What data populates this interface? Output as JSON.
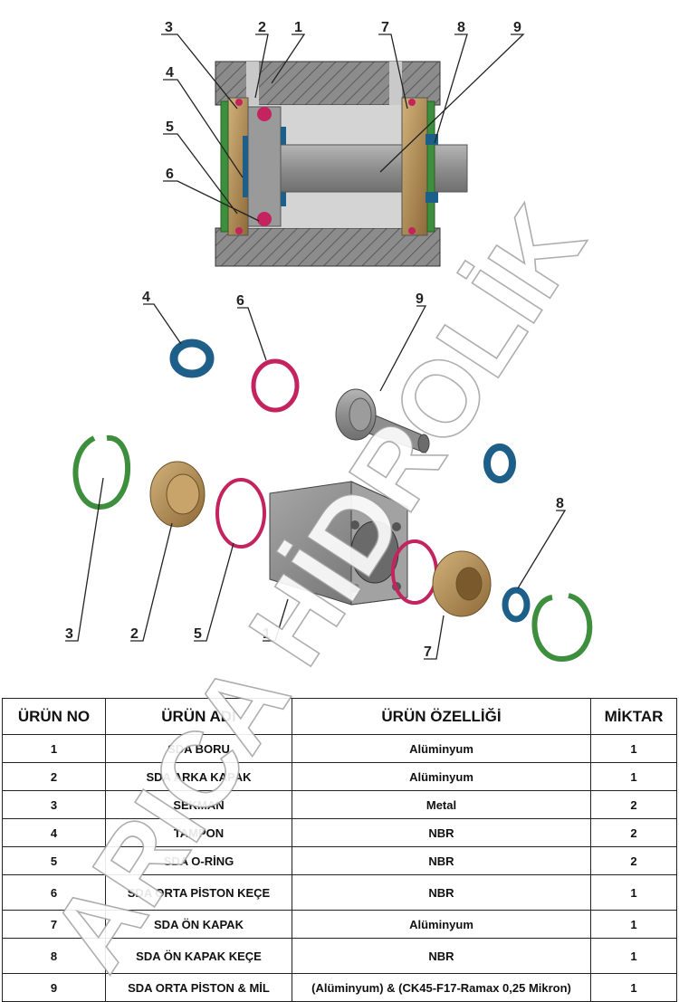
{
  "colors": {
    "housing": "#8a8a8a",
    "housing_dark": "#6e6e6e",
    "bronze": "#b08a55",
    "green_ring": "#3d8f3d",
    "magenta_ring": "#c3245f",
    "blue_seal": "#1e5f8a",
    "shaft": "#9a9a9a",
    "watermark": "#ffffff"
  },
  "watermark_text": "ARICA HİDROLİK",
  "callouts": {
    "section": [
      "3",
      "2",
      "1",
      "4",
      "5",
      "6",
      "7",
      "8",
      "9"
    ],
    "exploded": [
      "4",
      "6",
      "9",
      "3",
      "2",
      "5",
      "1",
      "7",
      "8"
    ]
  },
  "table": {
    "headers": [
      "ÜRÜN NO",
      "ÜRÜN ADI",
      "ÜRÜN ÖZELLİĞİ",
      "MİKTAR"
    ],
    "rows": [
      {
        "no": "1",
        "name": "SDA  BORU",
        "spec": "Alüminyum",
        "qty": "1"
      },
      {
        "no": "2",
        "name": "SDA  ARKA KAPAK",
        "spec": "Alüminyum",
        "qty": "1"
      },
      {
        "no": "3",
        "name": "SEKMAN",
        "spec": "Metal",
        "qty": "2"
      },
      {
        "no": "4",
        "name": "TAMPON",
        "spec": "NBR",
        "qty": "2"
      },
      {
        "no": "5",
        "name": "SDA  O-RİNG",
        "spec": "NBR",
        "qty": "2"
      },
      {
        "no": "6",
        "name": "SDA  ORTA PİSTON KEÇE",
        "spec": "NBR",
        "qty": "1"
      },
      {
        "no": "7",
        "name": "SDA  ÖN KAPAK",
        "spec": "Alüminyum",
        "qty": "1"
      },
      {
        "no": "8",
        "name": "SDA  ÖN KAPAK KEÇE",
        "spec": "NBR",
        "qty": "1"
      },
      {
        "no": "9",
        "name": "SDA ORTA PİSTON &   MİL",
        "spec": "(Alüminyum) & (CK45-F17-Ramax 0,25 Mikron)",
        "qty": "1"
      }
    ]
  }
}
